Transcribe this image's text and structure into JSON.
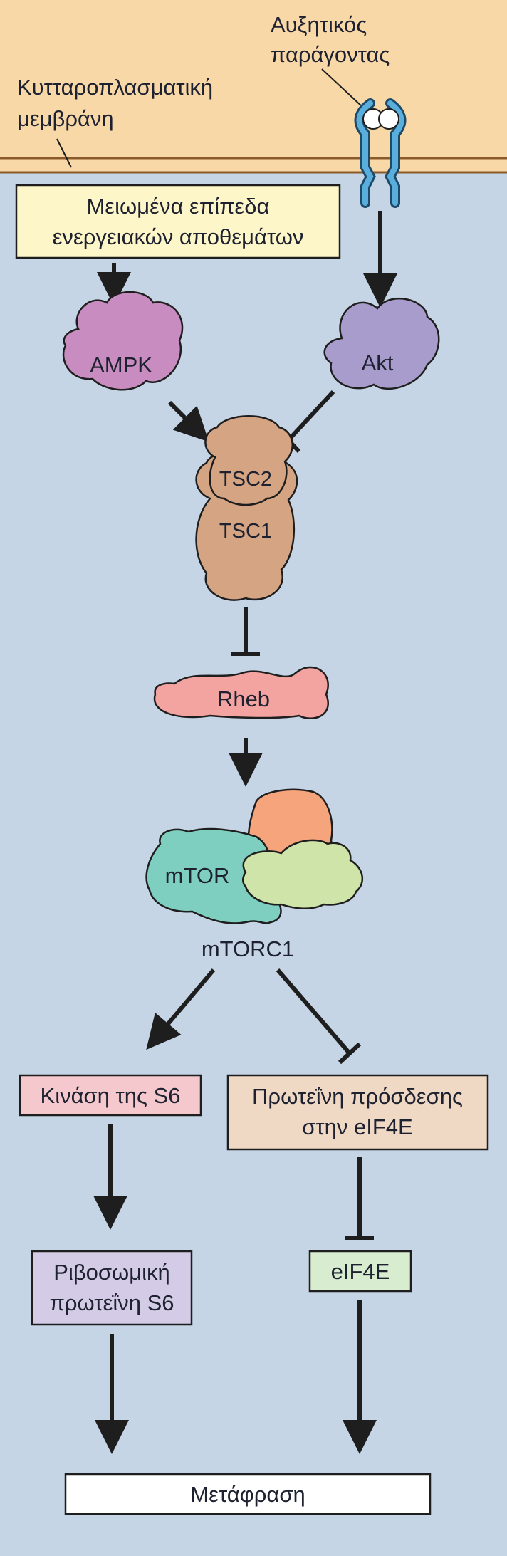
{
  "labels": {
    "growth_factor_line1": "Αυξητικός",
    "growth_factor_line2": "παράγοντας",
    "membrane_line1": "Κυτταροπλασματική",
    "membrane_line2": "μεμβράνη",
    "energy_line1": "Μειωμένα επίπεδα",
    "energy_line2": "ενεργειακών αποθεμάτων",
    "ampk": "AMPK",
    "akt": "Akt",
    "tsc2": "TSC2",
    "tsc1": "TSC1",
    "rheb": "Rheb",
    "mtor": "mTOR",
    "mtorc1": "mTORC1",
    "s6_kinase": "Κινάση της S6",
    "binding_protein_line1": "Πρωτεΐνη πρόσδεσης",
    "binding_protein_line2": "στην eIF4E",
    "ribosomal_line1": "Ριβοσωμική",
    "ribosomal_line2": "πρωτεΐνη S6",
    "eif4e": "eIF4E",
    "translation": "Μετάφραση"
  },
  "colors": {
    "background": "#c6d5e6",
    "membrane": "#f9d8a8",
    "energy_box": "#fdf6c8",
    "ampk": "#c88cc0",
    "akt": "#a89ccc",
    "tsc": "#d4a483",
    "rheb": "#f4a4a0",
    "mtor": "#7fcfc0",
    "mtorc1_orange": "#f5a47c",
    "mtorc1_green": "#cfe4a8",
    "s6_kinase_box": "#f4c8cc",
    "binding_protein_box": "#efd8c4",
    "ribosomal_box": "#d4cce6",
    "eif4e_box": "#d8ecd0",
    "translation_box": "#ffffff",
    "arrows": "#1e1e1e"
  }
}
